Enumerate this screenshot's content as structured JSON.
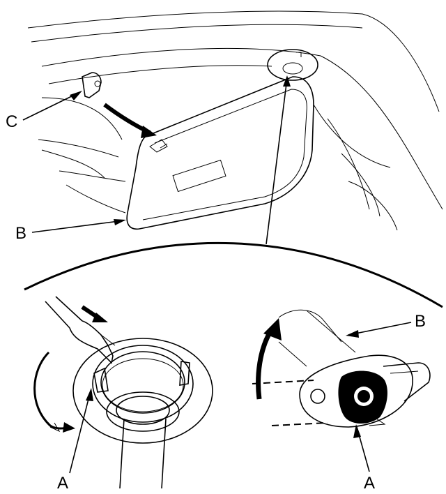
{
  "callouts": {
    "a_left": "A",
    "a_right": "A",
    "b_top": "B",
    "b_right": "B",
    "c": "C"
  },
  "colors": {
    "line": "#000000",
    "background": "#ffffff",
    "shade": "#cccccc"
  }
}
